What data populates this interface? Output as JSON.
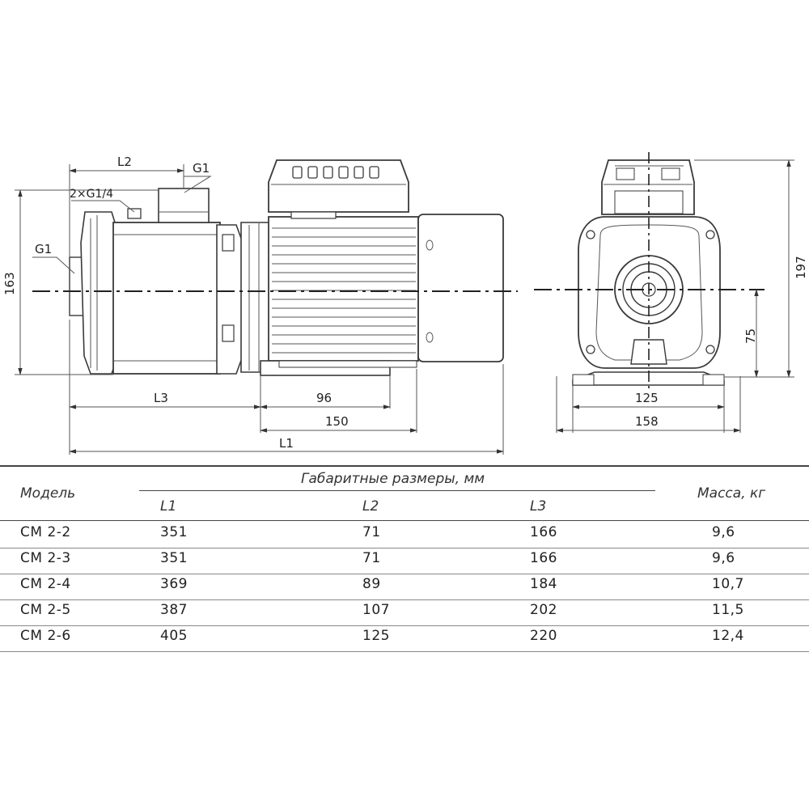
{
  "drawing": {
    "labels": {
      "L2": "L2",
      "G1_top": "G1",
      "thread": "2×G1/4",
      "G1_side": "G1",
      "h163": "163",
      "L3": "L3",
      "d96": "96",
      "d150": "150",
      "L1": "L1",
      "h197": "197",
      "h75": "75",
      "d125": "125",
      "d158": "158"
    }
  },
  "table": {
    "model_header": "Модель",
    "dims_header": "Габаритные размеры, мм",
    "mass_header": "Масса, кг",
    "sub_headers": [
      "L1",
      "L2",
      "L3"
    ],
    "rows": [
      {
        "model": "CM 2-2",
        "l1": "351",
        "l2": "71",
        "l3": "166",
        "mass": "9,6"
      },
      {
        "model": "CM 2-3",
        "l1": "351",
        "l2": "71",
        "l3": "166",
        "mass": "9,6"
      },
      {
        "model": "CM 2-4",
        "l1": "369",
        "l2": "89",
        "l3": "184",
        "mass": "10,7"
      },
      {
        "model": "CM 2-5",
        "l1": "387",
        "l2": "107",
        "l3": "202",
        "mass": "11,5"
      },
      {
        "model": "CM 2-6",
        "l1": "405",
        "l2": "125",
        "l3": "220",
        "mass": "12,4"
      }
    ]
  }
}
